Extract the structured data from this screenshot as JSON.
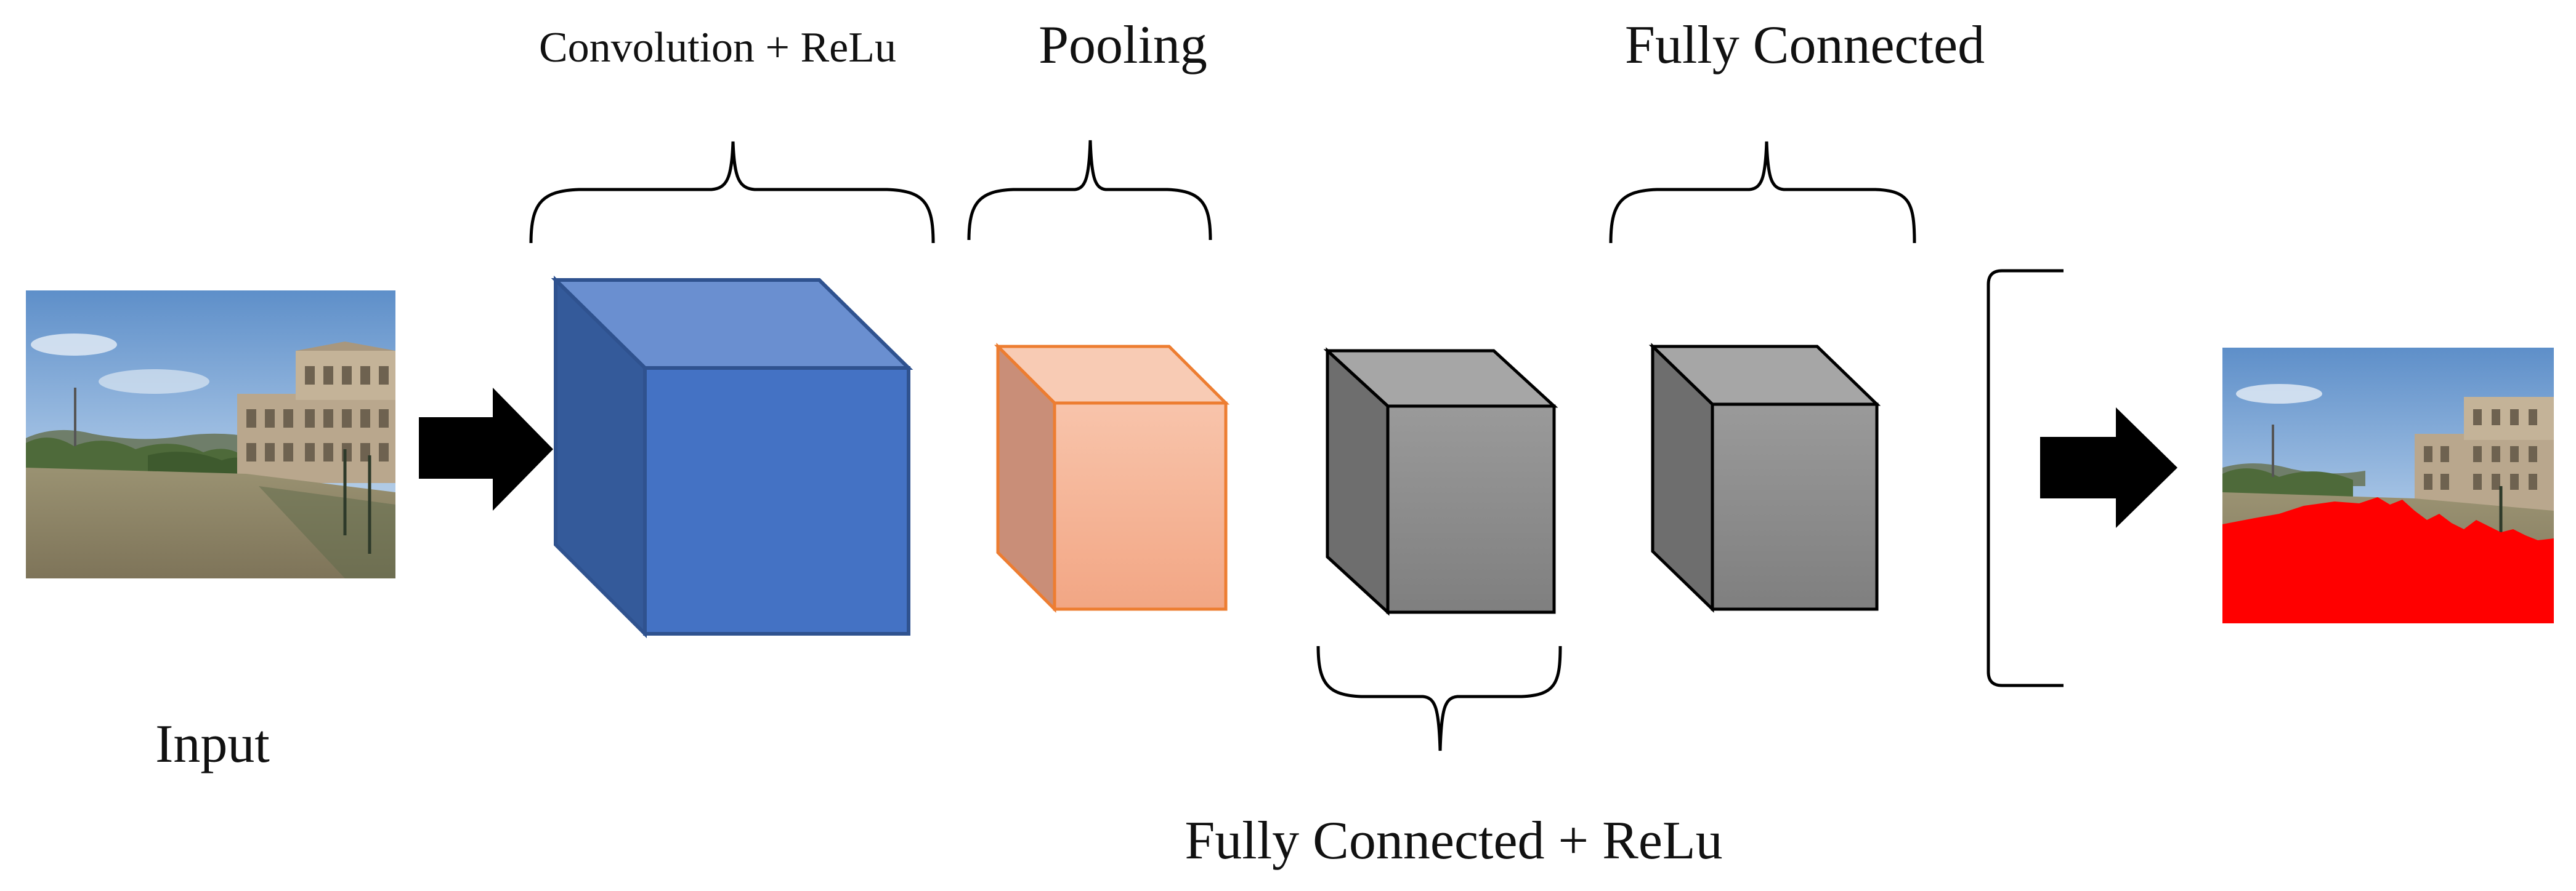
{
  "labels": {
    "conv_relu": "Convolution + ReLu",
    "pooling": "Pooling",
    "fully_connected": "Fully Connected",
    "fully_connected_relu": "Fully Connected + ReLu",
    "input": "Input"
  },
  "colors": {
    "conv_front": "#4472C4",
    "conv_top": "#6A8FD0",
    "conv_side": "#345A9A",
    "conv_edge": "#2F528F",
    "pool_front": "#F4B193",
    "pool_top": "#F8CBB4",
    "pool_side": "#C98E78",
    "pool_edge": "#ED7D31",
    "fc_front": "#8F8F8F",
    "fc_top": "#A6A6A6",
    "fc_side": "#6E6E6E",
    "fc_edge": "#000000",
    "segmentation_mask": "#FF0000",
    "sky": "#7FA7D6",
    "water": "#8A7F62"
  },
  "icons": {
    "input_arrow": "right-arrow-icon",
    "output_arrow": "right-arrow-icon"
  }
}
